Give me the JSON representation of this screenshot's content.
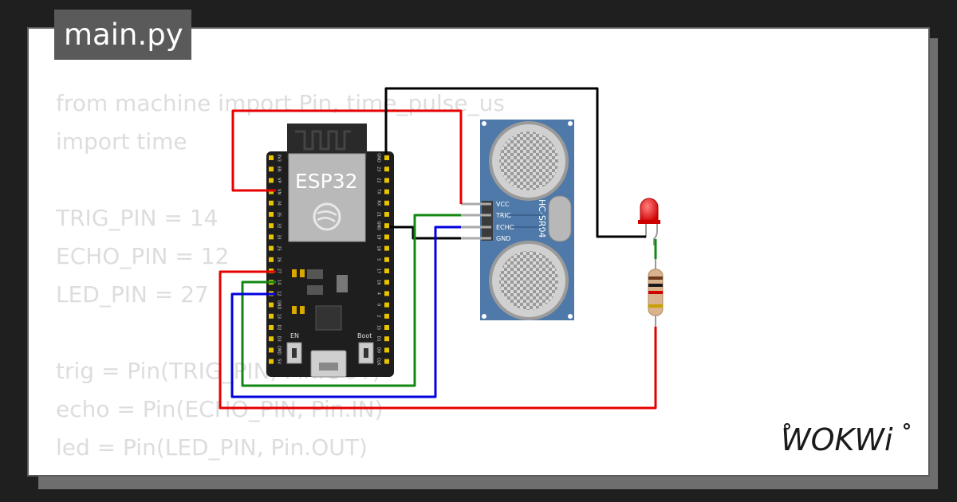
{
  "file_tab": "main.py",
  "code_lines": [
    "from machine import Pin, time_pulse_us",
    "import time",
    "",
    "TRIG_PIN = 14",
    "ECHO_PIN = 12",
    "LED_PIN = 27",
    "",
    "trig = Pin(TRIG_PIN, Pin.OUT)",
    "echo = Pin(ECHO_PIN, Pin.IN)",
    "led = Pin(LED_PIN, Pin.OUT)"
  ],
  "esp32": {
    "label": "ESP32",
    "button_en": "EN",
    "button_boot": "Boot",
    "left_pins": [
      "3V3",
      "EN",
      "VP",
      "VN",
      "34",
      "35",
      "32",
      "33",
      "25",
      "26",
      "27",
      "14",
      "12",
      "GND",
      "13",
      "D2",
      "D3",
      "CMD",
      "5V"
    ],
    "right_pins": [
      "GND",
      "23",
      "22",
      "TX",
      "RX",
      "21",
      "GND",
      "19",
      "18",
      "5",
      "17",
      "16",
      "4",
      "0",
      "2",
      "15",
      "D1",
      "D0",
      "CLK"
    ]
  },
  "sensor": {
    "name": "HC-SR04",
    "pins": [
      "VCC",
      "TRIG",
      "ECHO",
      "GND"
    ]
  },
  "logo": "WOKWi",
  "colors": {
    "wire_red": "#e60000",
    "wire_green": "#118811",
    "wire_blue": "#0000dd",
    "wire_black": "#000000",
    "sensor_blue": "#4f79a8",
    "board_black": "#1e1e1e"
  }
}
